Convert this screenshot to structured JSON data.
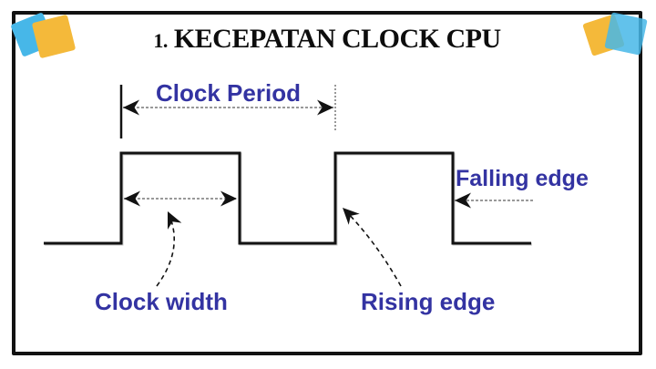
{
  "slide": {
    "title": {
      "number": "1.",
      "text": "KECEPATAN CLOCK CPU"
    }
  },
  "diagram": {
    "labels": {
      "clock_period": "Clock Period",
      "falling_edge": "Falling edge",
      "clock_width": "Clock width",
      "rising_edge": "Rising edge"
    },
    "label_color": "#3333a2",
    "waveform_color": "#121212",
    "measure_line_color": "#999999"
  },
  "decor": {
    "square_blue": "#47b7e8",
    "square_yellow": "#f4b93a",
    "border_color": "#121212"
  }
}
